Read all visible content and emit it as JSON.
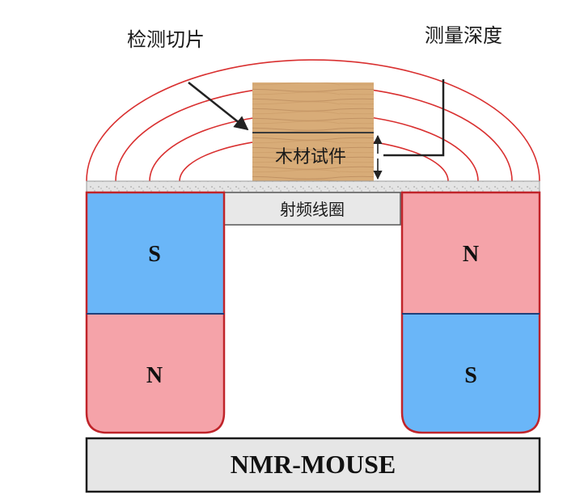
{
  "labels": {
    "slice": "检测切片",
    "depth": "测量深度",
    "specimen": "木材试件",
    "rf_coil": "射频线圈",
    "device": "NMR-MOUSE"
  },
  "magnets": {
    "left_top": "S",
    "left_bottom": "N",
    "right_top": "N",
    "right_bottom": "S"
  },
  "colors": {
    "south": "#6ab6f8",
    "north": "#f5a3a9",
    "field_lines": "#d93030",
    "magnet_outline": "#c0242a",
    "wood": "#d4aa78",
    "base_fill": "#e6e6e6"
  }
}
